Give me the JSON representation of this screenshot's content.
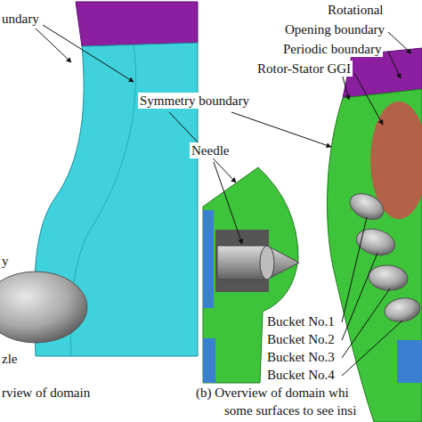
{
  "diagram": {
    "labels": [
      "undary",
      "y",
      "zle",
      "rview of domain",
      "Rotational",
      "Opening boundary",
      "Periodic boundary",
      "Rotor-Stator GGI",
      "Symmetry boundary",
      "Needle",
      "Bucket No.1",
      "Bucket No.2",
      "Bucket No.3",
      "Bucket No.4",
      "(b) Overview of domain whi",
      "some surfaces to see insi"
    ]
  }
}
